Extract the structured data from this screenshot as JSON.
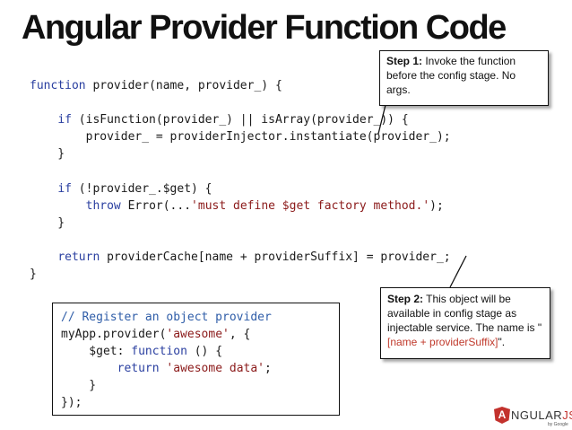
{
  "title": "Angular Provider Function Code",
  "main_code": {
    "l1_a": "function",
    "l1_b": " provider(name, provider_) {",
    "l3_a": "    ",
    "l3_b": "if",
    "l3_c": " (isFunction(provider_) || isArray(provider_)) {",
    "l4": "        provider_ = providerInjector.instantiate(provider_);",
    "l5": "    }",
    "l7_a": "    ",
    "l7_b": "if",
    "l7_c": " (!provider_.$get) {",
    "l8_a": "        ",
    "l8_b": "throw",
    "l8_c": " Error(...",
    "l8_d": "'must define $get factory method.'",
    "l8_e": ");",
    "l9": "    }",
    "l11_a": "    ",
    "l11_b": "return",
    "l11_c": " providerCache[name + providerSuffix] = provider_;",
    "l12": "}"
  },
  "example_code": {
    "l1": "// Register an object provider",
    "l2_a": "myApp.provider(",
    "l2_b": "'awesome'",
    "l2_c": ", {",
    "l3_a": "    $get: ",
    "l3_b": "function",
    "l3_c": " () {",
    "l4_a": "        ",
    "l4_b": "return",
    "l4_c": " ",
    "l4_d": "'awesome data'",
    "l4_e": ";",
    "l5": "    }",
    "l6": "});"
  },
  "step1": {
    "label": "Step 1:",
    "text": " Invoke the function before the config stage. No args."
  },
  "step2": {
    "label": "Step 2:",
    "text": " This object will be available in config stage as injectable service. The name is \"",
    "highlight": "[name + providerSuffix]",
    "tail": "\"."
  },
  "logo": {
    "shield_letter": "A",
    "word": "NGULAR",
    "js": "JS",
    "sub": "by Google"
  },
  "colors": {
    "keyword": "#2a3fa0",
    "string": "#8b1a1a",
    "comment": "#2f5da8",
    "highlight": "#c0392b",
    "logo_red": "#c3322d"
  }
}
